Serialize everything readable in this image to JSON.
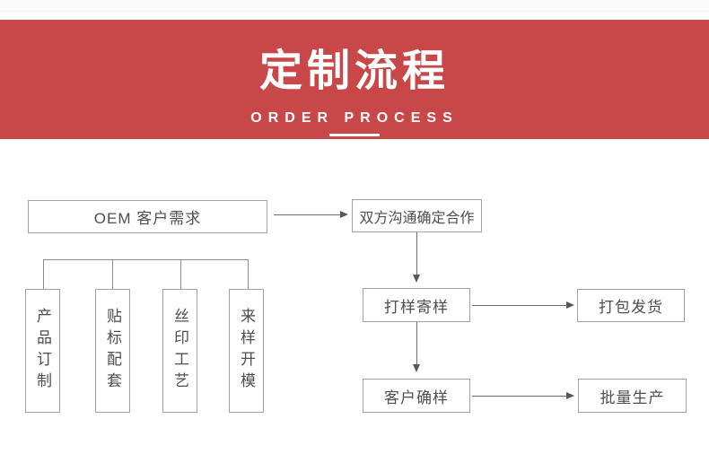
{
  "banner": {
    "title": "定制流程",
    "subtitle": "ORDER PROCESS",
    "bg_color": "#c84748",
    "text_color": "#ffffff"
  },
  "flowchart": {
    "oem_label": "OEM 客户需求",
    "communicate_label": "双方沟通确定合作",
    "sample_label": "打样寄样",
    "ship_label": "打包发货",
    "confirm_label": "客户确样",
    "mass_label": "批量生产",
    "branches": [
      {
        "label": "产品订制"
      },
      {
        "label": "贴标配套"
      },
      {
        "label": "丝印工艺"
      },
      {
        "label": "来样开模"
      }
    ],
    "colors": {
      "box_border": "#a2a2a2",
      "box_text": "#4e4e4e",
      "connector_line": "#8c8c8c",
      "arrow": "#585858"
    }
  }
}
